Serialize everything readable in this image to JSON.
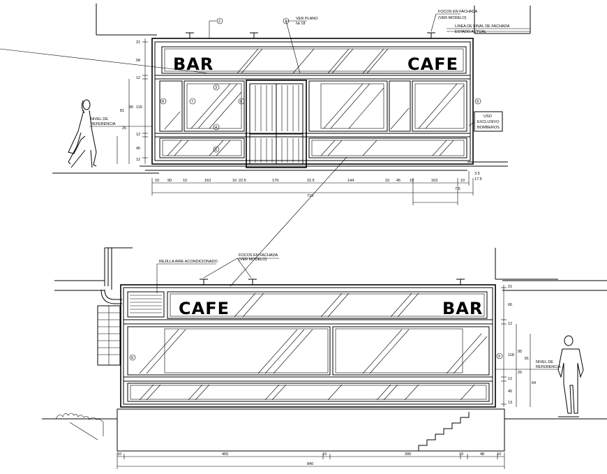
{
  "top_elevation": {
    "sign_left": "BAR",
    "sign_right": "CAFE",
    "callouts": {
      "ver_plano": "VER PLANO",
      "plano_num": "№ 18",
      "focos": "FOCOS EN FACHADA",
      "ver_modelo": "(VER MODELO)",
      "linea": "LINEA DE FINAL DE FACHADA",
      "estado": "ESTADO ACTUAL",
      "uso_1": "USO",
      "uso_2": "EXCLUSIVO",
      "uso_3": "BOMBEROS",
      "nivel_1": "NIVEL DE",
      "nivel_2": "REFERENCIA"
    },
    "markers": [
      "2",
      "1",
      "3",
      "7",
      "4",
      "5",
      "8",
      "8",
      "9"
    ],
    "dims_bottom": [
      "10",
      "90",
      "10",
      "163",
      "10",
      "22.5",
      "179",
      "22.5",
      "144",
      "10",
      "45",
      "10",
      "163",
      "10"
    ],
    "total": "716",
    "dims_left": [
      "21",
      "58",
      "12",
      "95",
      "115",
      "81",
      "25",
      "12",
      "45",
      "12"
    ],
    "dims_right": [
      "3.5",
      "17.5"
    ],
    "dim_small": "7.5"
  },
  "bottom_elevation": {
    "sign_left": "CAFE",
    "sign_right": "BAR",
    "callouts": {
      "rejilla": "REJILLA AIRE ACONDICIONADO",
      "focos": "FOCOS EN FACHADA",
      "ver_modelo": "(VER MODELO)",
      "nivel_1": "NIVEL DE",
      "nivel_2": "REFERENCIA"
    },
    "markers": [
      "8",
      "9"
    ],
    "dims_bottom": [
      "10",
      "455",
      "10",
      "395",
      "10",
      "48",
      "10"
    ],
    "total": "840",
    "dims_right": [
      "21",
      "66",
      "12",
      "95",
      "118",
      "81",
      "25",
      "12",
      "45",
      "13",
      "64"
    ]
  }
}
